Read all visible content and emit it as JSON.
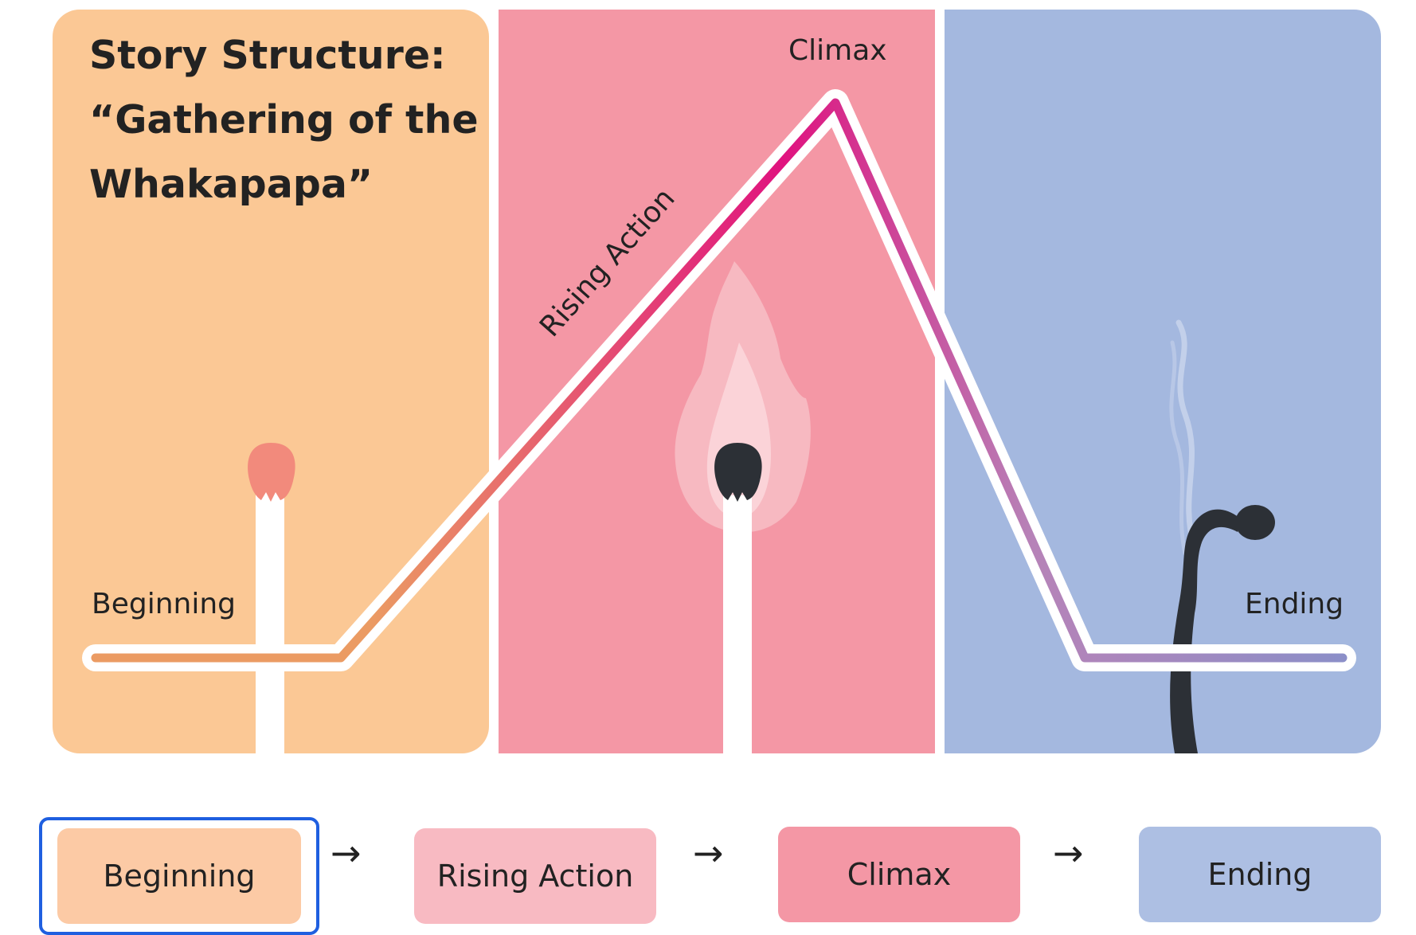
{
  "title": {
    "line1": "Story Structure:",
    "line2": "“Gathering of the",
    "line3": "Whakapapa”"
  },
  "stages": [
    {
      "key": "beginning",
      "label": "Beginning",
      "panel_color": "#fbc895",
      "button_color": "#fccaa5"
    },
    {
      "key": "rising",
      "label": "Rising Action",
      "panel_color": "#f497a5",
      "button_color": "#f8bac2"
    },
    {
      "key": "climax",
      "label": "Climax",
      "panel_color": "#f497a5",
      "button_color": "#f497a5"
    },
    {
      "key": "ending",
      "label": "Ending",
      "panel_color": "#a4b8df",
      "button_color": "#adbfe3"
    }
  ],
  "arc_labels": {
    "beginning": "Beginning",
    "rising": "Rising Action",
    "climax": "Climax",
    "ending": "Ending"
  },
  "flow": {
    "arrow_glyph": "→",
    "selected": "Beginning"
  },
  "icons": [
    "unlit-match-icon",
    "burning-match-icon",
    "burnt-match-icon",
    "smoke-icon",
    "flame-icon"
  ],
  "colors": {
    "arc_start": "#eb9b63",
    "arc_peak": "#e0137f",
    "arc_end": "#8b8fc8",
    "match_head_unlit": "#f28a7c",
    "match_head_burnt": "#2c3036",
    "selection_outline": "#1f5fe0"
  }
}
